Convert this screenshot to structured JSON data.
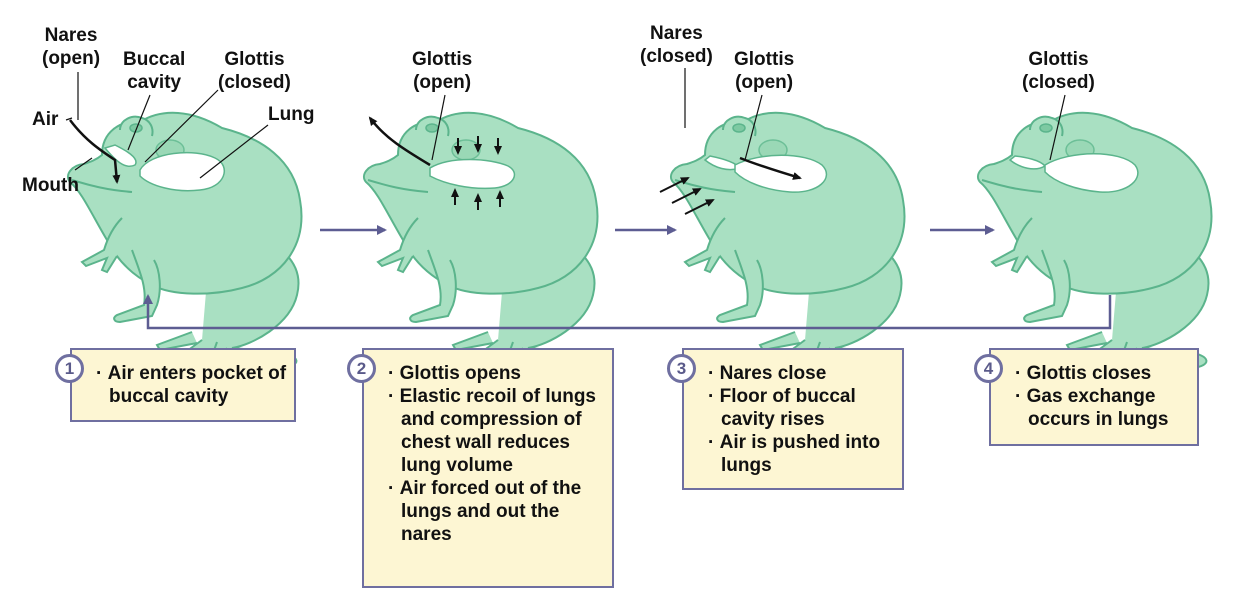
{
  "colors": {
    "frog_fill": "#a9e0c2",
    "frog_stroke": "#5bb48c",
    "frog_dark": "#7dc9a2",
    "cavity_fill": "#ffffff",
    "flow_arrow": "#5d5d92",
    "box_fill": "#fdf6d3",
    "box_border": "#6f6fa0",
    "airflow_arrow": "#111111"
  },
  "labels": {
    "nares_open": "Nares\n(open)",
    "buccal_cavity": "Buccal\ncavity",
    "glottis_closed_1": "Glottis\n(closed)",
    "air": "Air",
    "lung": "Lung",
    "mouth": "Mouth",
    "glottis_open_2": "Glottis\n(open)",
    "nares_closed": "Nares\n(closed)",
    "glottis_open_3": "Glottis\n(open)",
    "glottis_closed_4": "Glottis\n(closed)"
  },
  "steps": [
    {
      "number": "1",
      "items": [
        "Air enters pocket of buccal cavity"
      ]
    },
    {
      "number": "2",
      "items": [
        "Glottis opens",
        "Elastic recoil of lungs and compression of chest wall reduces lung volume",
        "Air forced out of the lungs and out the nares"
      ]
    },
    {
      "number": "3",
      "items": [
        "Nares close",
        "Floor of buccal cavity rises",
        "Air is pushed into lungs"
      ]
    },
    {
      "number": "4",
      "items": [
        "Glottis closes",
        "Gas exchange occurs in lungs"
      ]
    }
  ]
}
